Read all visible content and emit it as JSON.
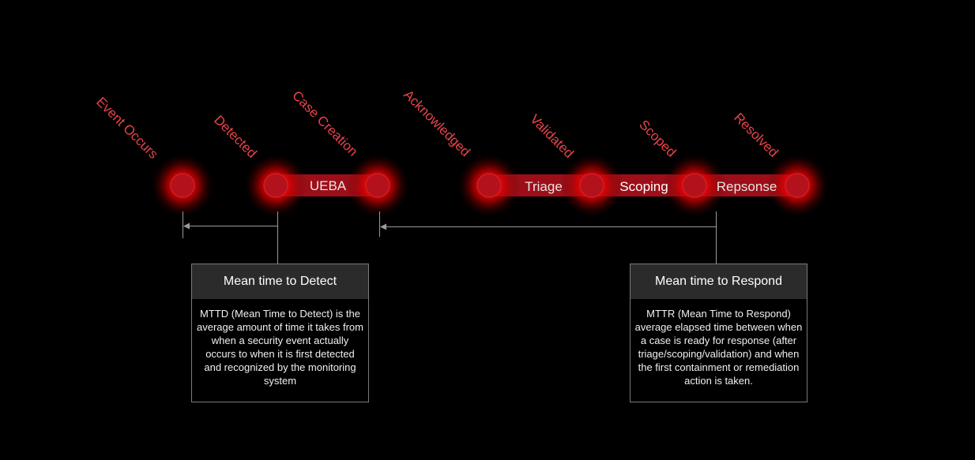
{
  "colors": {
    "background": "#000000",
    "accent_red": "#e8444a",
    "node_red": "#b3121c",
    "connector_gray": "#9a9a9a",
    "box_header": "#2b2b2b"
  },
  "stages": [
    {
      "id": "event-occurs",
      "label": "Event Occurs"
    },
    {
      "id": "detected",
      "label": "Detected"
    },
    {
      "id": "case-creation",
      "label": "Case Creation"
    },
    {
      "id": "acknowledged",
      "label": "Acknowledged"
    },
    {
      "id": "validated",
      "label": "Validated"
    },
    {
      "id": "scoped",
      "label": "Scoped"
    },
    {
      "id": "resolved",
      "label": "Resolved"
    }
  ],
  "phases": [
    {
      "id": "ueba",
      "label": "UEBA"
    },
    {
      "id": "triage",
      "label": "Triage"
    },
    {
      "id": "scoping",
      "label": "Scoping"
    },
    {
      "id": "response",
      "label": "Repsonse"
    }
  ],
  "boxes": {
    "mttd": {
      "title": "Mean time to Detect",
      "description": "MTTD (Mean Time to Detect) is the average amount of time it takes from when a security event actually occurs to when it is first detected and recognized by the monitoring system"
    },
    "mttr": {
      "title": "Mean time to Respond",
      "description": "MTTR (Mean Time to Respond) average elapsed time between when a case is ready for response (after triage/scoping/validation) and when the first containment or remediation action is taken."
    }
  }
}
